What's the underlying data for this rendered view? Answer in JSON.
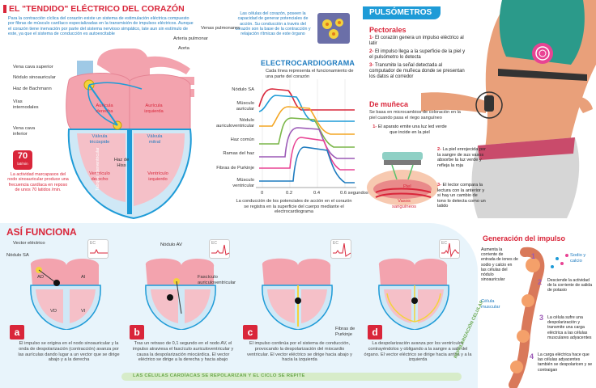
{
  "header": {
    "title": "EL \"TENDIDO\" ELÉCTRICO DEL CORAZÓN",
    "intro": "Para la contracción cíclica del corazón existe un sistema de estimulación eléctrica compuesto por fibras de músculo cardíaco especializadas en la transmisión de impulsos eléctricos. Aunque el corazón tiene inervación por parte del sistema nervioso simpático, late aun sin estímulo de este, ya que el sistema de conducción es autoexcitable"
  },
  "cells_note": "Las células del corazón, poseen la capacidad de generar potenciales de acción. Su conducción a través del corazón son la base de la contracción y relajación rítmicas de este órgano",
  "heart_labels": {
    "venas_pulmonares": "Venas pulmonares",
    "arteria_pulmonar": "Arteria pulmonar",
    "aorta": "Aorta",
    "vena_cava_superior": "Vena cava superior",
    "nodulo_sinoauricular": "Nódulo sinoauricular",
    "haz_bachmann": "Haz de Bachmann",
    "vias_internodales": "Vías internodales",
    "vena_cava_inferior": "Vena cava inferior",
    "auricula_derecha": "Aurícula derecha",
    "auricula_izquierda": "Aurícula izquierda",
    "valvula_tricuspide": "Válvula tricúspide",
    "valvula_mitral": "Válvula mitral",
    "haz_his": "Haz de Hiss",
    "ventriculo_derecho": "Ventrículo derecho",
    "ventriculo_izquierdo": "Ventrículo izquierdo",
    "tabique": "Tabique interventricular"
  },
  "badge": {
    "value": "70",
    "unit": "lat/min",
    "text": "La actividad marcapasos del nodo sinoauricular produce una frecuencia cardíaca en reposo de unos 70 latidos /min."
  },
  "ecg": {
    "title": "ELECTROCARDIOGRAMA",
    "desc": "Cada línea representa el funcionamiento de una parte del corazón",
    "rows": [
      "Nódulo SA",
      "Músculo auricular",
      "Nódulo auriculoventricular",
      "Haz común",
      "Ramas del haz",
      "Fibras de Purkinje",
      "Músculo ventricular"
    ],
    "ticks": [
      "0",
      "0.2",
      "0.4",
      "0.6 segundos"
    ],
    "caption": "La conducción de los potenciales de acción en el corazón se registra en la superficie del cuerpo mediante el electrocardiograma"
  },
  "pulse": {
    "title": "PULSÓMETROS",
    "pectorales": {
      "heading": "Pectorales",
      "items": [
        {
          "n": "1-",
          "t": "El corazón genera un impulso eléctrico al latir"
        },
        {
          "n": "2-",
          "t": "El impulso llega a la superficie de la piel y el pulsómetro lo detecta"
        },
        {
          "n": "3-",
          "t": "Transmite la señal detectada al computador de muñeca donde se presentan los datos al corredor"
        }
      ]
    },
    "muneca": {
      "heading": "De muñeca",
      "desc": "Se basa en microcambios de coloración en la piel cuando pasa el riego sanguíneo",
      "items": [
        {
          "n": "1-",
          "t": "El aparato emite una luz led verde que incide en la piel"
        },
        {
          "n": "2-",
          "t": "La piel enrojecida por la sangre de sus vasos absorbe la luz verde y refleja la roja"
        },
        {
          "n": "3-",
          "t": "El lector compara la lectura con la anterior y si hay un cambio de tono lo detecta como un latido"
        }
      ],
      "piel": "Piel",
      "vasos": "Vasos sanguíneos"
    }
  },
  "asi": {
    "title": "ASÍ FUNCIONA",
    "vector": "Vector eléctrico",
    "nodulo_sa": "Nódulo SA",
    "nodulo_av": "Nódulo AV",
    "fasciculo": "Fascículo auriculoventricular",
    "fibras": "Fibras de Purkinje",
    "ec": "EC",
    "ad": "AD",
    "ai": "AI",
    "vd": "VD",
    "vi": "VI",
    "repol_side": "REPOLARIZACIÓN CELULAR",
    "repol_bottom": "LAS CÉLULAS CARDÍACAS SE REPOLARIZAN Y EL CICLO SE REPITE",
    "steps": [
      {
        "letter": "a",
        "text": "El impulso se origina en el nodo sinoauricular y la onda de despolarización (contracción) avanza por las aurículas dando lugar a un vector que se dirige abajo y a la derecha"
      },
      {
        "letter": "b",
        "text": "Tras un retraso de 0,1 segundo en el nodo AV, el impulso atraviesa el fascículo auriculoventricular y causa la despolarización miocárdica. El vector eléctrico se dirige a la derecha y hacia abajo"
      },
      {
        "letter": "c",
        "text": "El impulso continúa por el sistema de conducción, provocando la despolarización del miocardio ventricular. El vector eléctrico se dirige hacia abajo y hacia la izquierda"
      },
      {
        "letter": "d",
        "text": "La despolarización avanza por los ventrículos contrayéndolos y obligando a la sangre a salir del órgano. El vector eléctrico se dirige hacia arriba y a la izquierda"
      }
    ]
  },
  "gen": {
    "title": "Generación del impulso",
    "ions": "Sodio y calcio",
    "celula": "Célula muscular",
    "items": [
      {
        "n": "1",
        "t": "Aumenta la corriente de entrada de iones de sodio y calcio en las células del nódulo sinoauricular"
      },
      {
        "n": "2",
        "t": "Desciende la actividad de la corriente de salida de potasio"
      },
      {
        "n": "3",
        "t": "La célula sufre una despolarización y transmite una carga eléctrica a las células musculares adyacentes"
      },
      {
        "n": "4",
        "t": "La carga eléctrica hace que las células adyacentes también se despolaricen y se contraigan"
      }
    ]
  },
  "colors": {
    "red": "#d9263a",
    "blue": "#1e9bd7",
    "pink": "#f08a9a",
    "lightblue": "#cfe8f6"
  }
}
